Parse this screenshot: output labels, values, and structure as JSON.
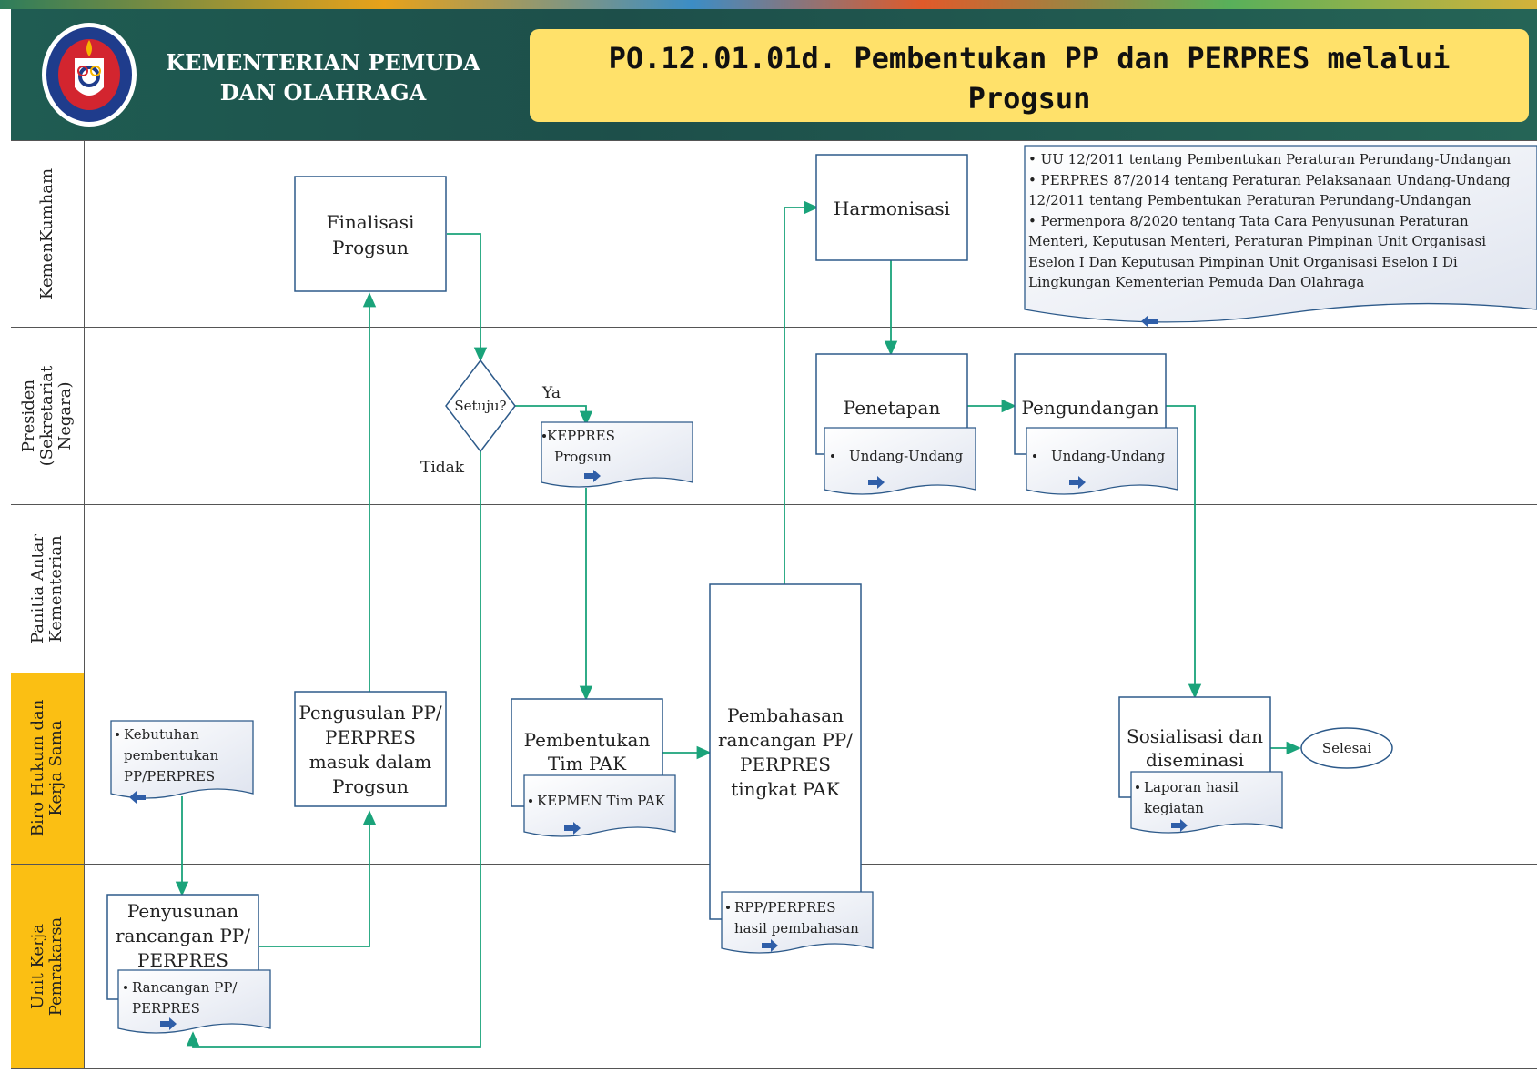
{
  "header": {
    "org_line1": "KEMENTERIAN PEMUDA",
    "org_line2": "DAN OLAHRAGA",
    "title_line1": "PO.12.01.01d. Pembentukan PP dan PERPRES melalui",
    "title_line2": "Progsun"
  },
  "lanes": [
    {
      "label": "KemenKumham"
    },
    {
      "label": "Presiden\n(Sekretariat\nNegara)"
    },
    {
      "label": "Panitia Antar\nKementerian"
    },
    {
      "label": "Biro Hukum dan\nKerja Sama"
    },
    {
      "label": "Unit Kerja\nPemrakarsa"
    }
  ],
  "nodes": {
    "finalisasi": [
      "Finalisasi",
      "Progsun"
    ],
    "harmonisasi": [
      "Harmonisasi"
    ],
    "setuju": "Setuju?",
    "penetapan": [
      "Penetapan"
    ],
    "pengundangan": [
      "Pengundangan"
    ],
    "pengusulan": [
      "Pengusulan PP/",
      "PERPRES",
      "masuk dalam",
      "Progsun"
    ],
    "pembentukan_tim": [
      "Pembentukan",
      "Tim PAK"
    ],
    "pembahasan": [
      "Pembahasan",
      "rancangan PP/",
      "PERPRES",
      "tingkat PAK"
    ],
    "sosialisasi": [
      "Sosialisasi dan",
      "diseminasi"
    ],
    "selesai": "Selesai",
    "penyusunan": [
      "Penyusunan",
      "rancangan PP/",
      "PERPRES"
    ]
  },
  "documents": {
    "keppres": [
      "KEPPRES",
      "Progsun"
    ],
    "uu_penetapan": [
      "Undang-Undang"
    ],
    "uu_pengundangan": [
      "Undang-Undang"
    ],
    "kebutuhan": [
      "Kebutuhan",
      "pembentukan",
      "PP/PERPRES"
    ],
    "kepmen": [
      "KEPMEN Tim PAK"
    ],
    "rpp": [
      "RPP/PERPRES",
      "hasil pembahasan"
    ],
    "laporan": [
      "Laporan hasil",
      "kegiatan"
    ],
    "rancangan": [
      "Rancangan PP/",
      "PERPRES"
    ]
  },
  "edge_labels": {
    "ya": "Ya",
    "tidak": "Tidak"
  },
  "references": [
    "• UU 12/2011 tentang Pembentukan Peraturan Perundang-Undangan",
    "• PERPRES 87/2014 tentang Peraturan Pelaksanaan Undang-Undang",
    "  12/2011 tentang Pembentukan Peraturan Perundang-Undangan",
    "• Permenpora 8/2020 tentang Tata Cara Penyusunan Peraturan",
    "  Menteri, Keputusan Menteri, Peraturan Pimpinan Unit Organisasi",
    "  Eselon I Dan Keputusan Pimpinan Unit Organisasi Eselon I Di",
    "  Lingkungan Kementerian Pemuda Dan Olahraga"
  ],
  "colors": {
    "lane_accent": "#fbbf13",
    "connector": "#1aa37a",
    "header_bg": "#1f5c52",
    "title_bg": "#ffe16a",
    "doc_arrow": "#2f5ea8"
  }
}
